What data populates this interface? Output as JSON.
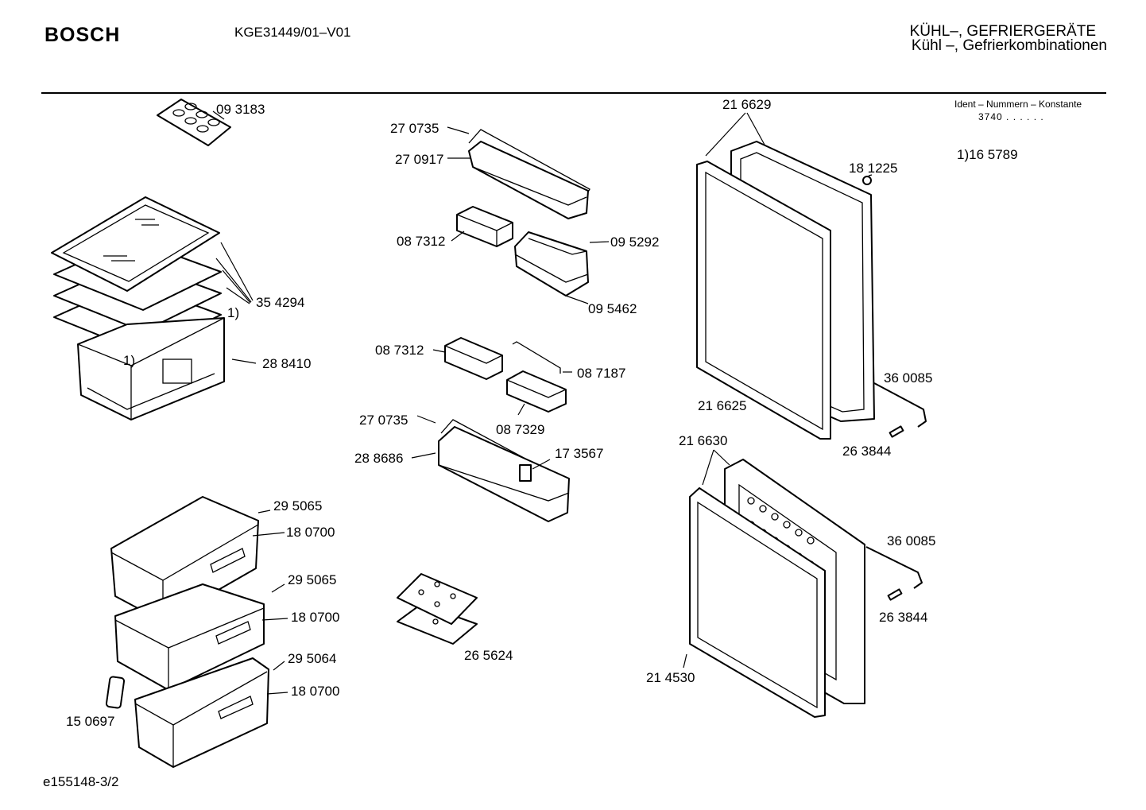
{
  "header": {
    "brand": "BOSCH",
    "model": "KGE31449/01–V01",
    "category_line1": "KÜHL–, GEFRIERGERÄTE",
    "category_line2": "Kühl –, Gefrierkombinationen"
  },
  "ident": {
    "label": "Ident – Nummern – Konstante",
    "value": "3740 . .   . . . ."
  },
  "note": "1)16 5789",
  "footer": "e155148-3/2",
  "parts": {
    "egg_tray": "09 3183",
    "glass_shelves": "35 4294",
    "shelf_ref_a": "1)",
    "shelf_ref_b": "1)",
    "crisper_bin": "28 8410",
    "bottle_rail_top": "27 0735",
    "door_shelf_top": "27 0917",
    "small_box_1": "08 7312",
    "butter_lid": "09 5292",
    "butter_box": "09 5462",
    "small_box_2": "08 7312",
    "wire_holder": "08 7187",
    "small_box_3": "08 7329",
    "bottle_rail_bottom": "27 0735",
    "bottle_holder": "17 3567",
    "door_shelf_bottom": "28 8686",
    "drawer_1_body": "29 5065",
    "drawer_1_front": "18 0700",
    "drawer_2_body": "29 5065",
    "drawer_2_front": "18 0700",
    "drawer_3_body": "29 5064",
    "drawer_3_front": "18 0700",
    "handle_clip": "15 0697",
    "ice_packs": "26 5624",
    "upper_door": "21 6629",
    "door_plug": "18 1225",
    "upper_gasket": "21 6625",
    "upper_hinge": "36 0085",
    "upper_hinge_pin": "26 3844",
    "lower_door": "21 6630",
    "lower_gasket": "21 4530",
    "lower_hinge": "36 0085",
    "lower_hinge_pin": "26 3844"
  }
}
